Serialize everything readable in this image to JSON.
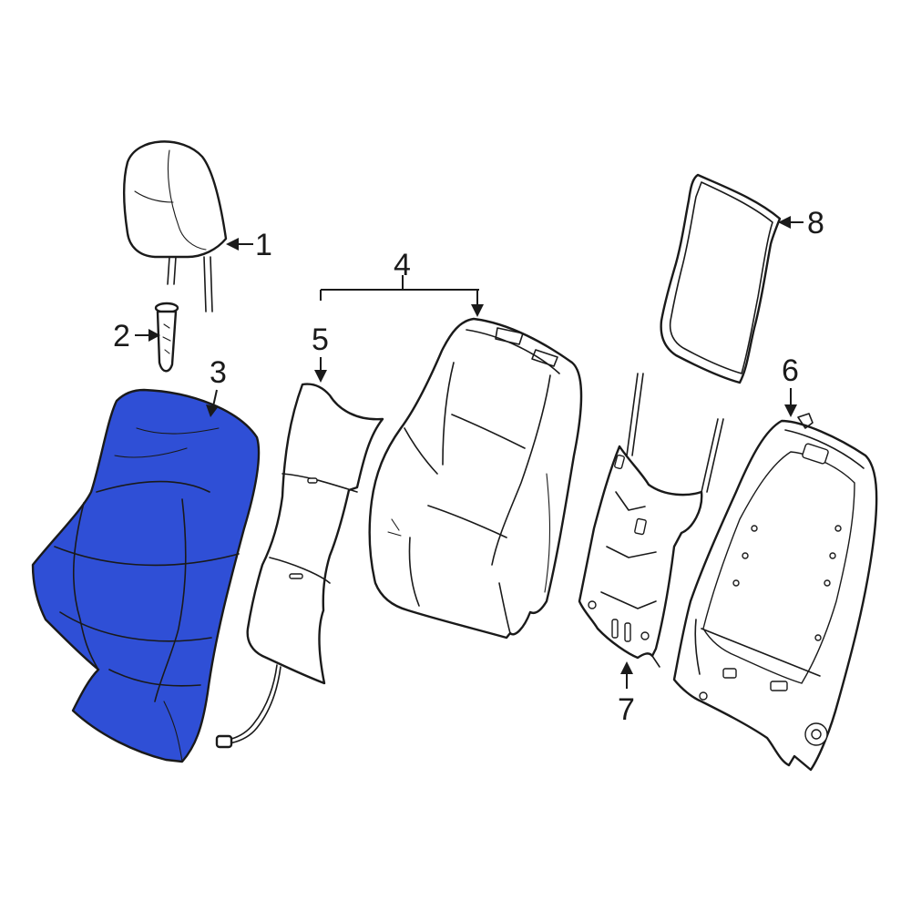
{
  "diagram": {
    "highlight_color": "#2f4fd6",
    "line_color": "#1a1a1a",
    "background_color": "#ffffff",
    "callouts": [
      {
        "id": "c1",
        "label": "1"
      },
      {
        "id": "c2",
        "label": "2"
      },
      {
        "id": "c3",
        "label": "3"
      },
      {
        "id": "c4",
        "label": "4"
      },
      {
        "id": "c5",
        "label": "5"
      },
      {
        "id": "c6",
        "label": "6"
      },
      {
        "id": "c7",
        "label": "7"
      },
      {
        "id": "c8",
        "label": "8"
      }
    ],
    "highlighted_part": "3"
  }
}
